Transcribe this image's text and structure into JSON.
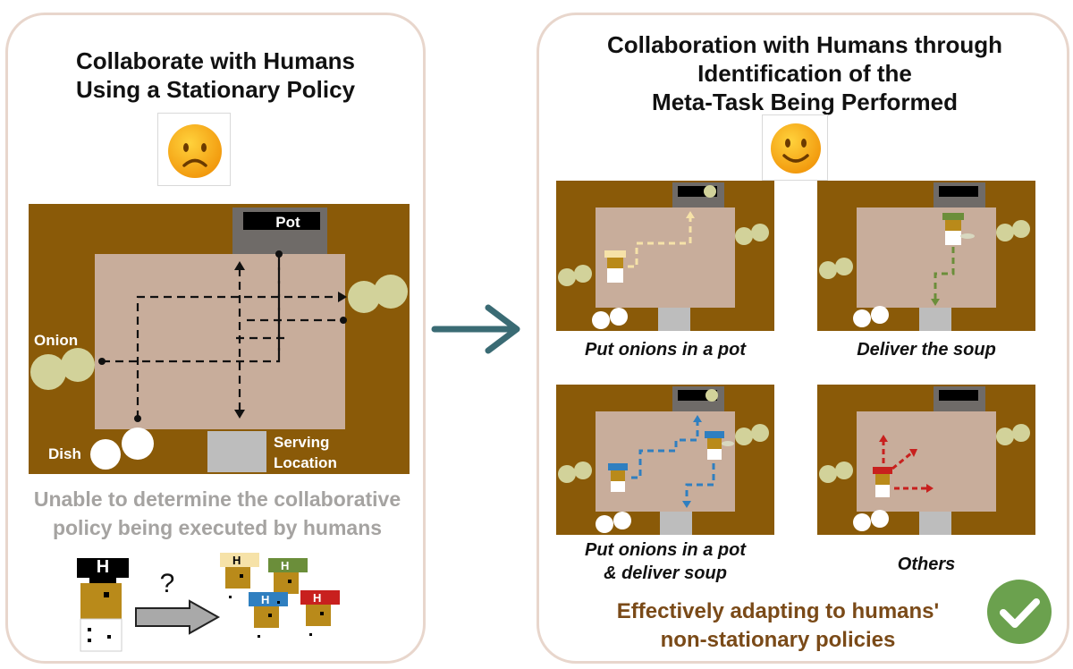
{
  "left": {
    "title_line1": "Collaborate with Humans",
    "title_line2": "Using a Stationary Policy",
    "map": {
      "pot_label": "Pot",
      "onion_label": "Onion",
      "dish_label": "Dish",
      "serving_line1": "Serving",
      "serving_line2": "Location"
    },
    "caption_line1": "Unable to determine the collaborative",
    "caption_line2": "policy being executed by humans",
    "question_mark": "?",
    "chef_letter": "H"
  },
  "right": {
    "title_line1": "Collaboration with Humans through",
    "title_line2": "Identification of the",
    "title_line3": "Meta-Task Being Performed",
    "tasks": [
      {
        "label_line1": "Put onions in a pot",
        "label_line2": ""
      },
      {
        "label_line1": "Deliver the soup",
        "label_line2": ""
      },
      {
        "label_line1": "Put onions in a pot",
        "label_line2": "& deliver soup"
      },
      {
        "label_line1": "Others",
        "label_line2": ""
      }
    ],
    "bottom_line1": "Effectively adapting to humans'",
    "bottom_line2": "non-stationary policies"
  },
  "colors": {
    "panel_border": "#e8d6cc",
    "floor": "#8a5a08",
    "counter": "#c8ad9b",
    "arrow": "#3a6b74",
    "check": "#6ba14e",
    "path_cream": "#f6e2a8",
    "path_green": "#6b8e3a",
    "path_blue": "#2f7fc0",
    "path_red": "#c8201e",
    "hat_green": "#6b8e3a",
    "hat_blue": "#2f7fc0",
    "hat_red": "#c8201e"
  },
  "icons": {
    "sad_face": "sad-face-icon",
    "happy_face": "happy-face-icon",
    "check": "check-icon",
    "big_arrow": "arrow-right-icon"
  }
}
